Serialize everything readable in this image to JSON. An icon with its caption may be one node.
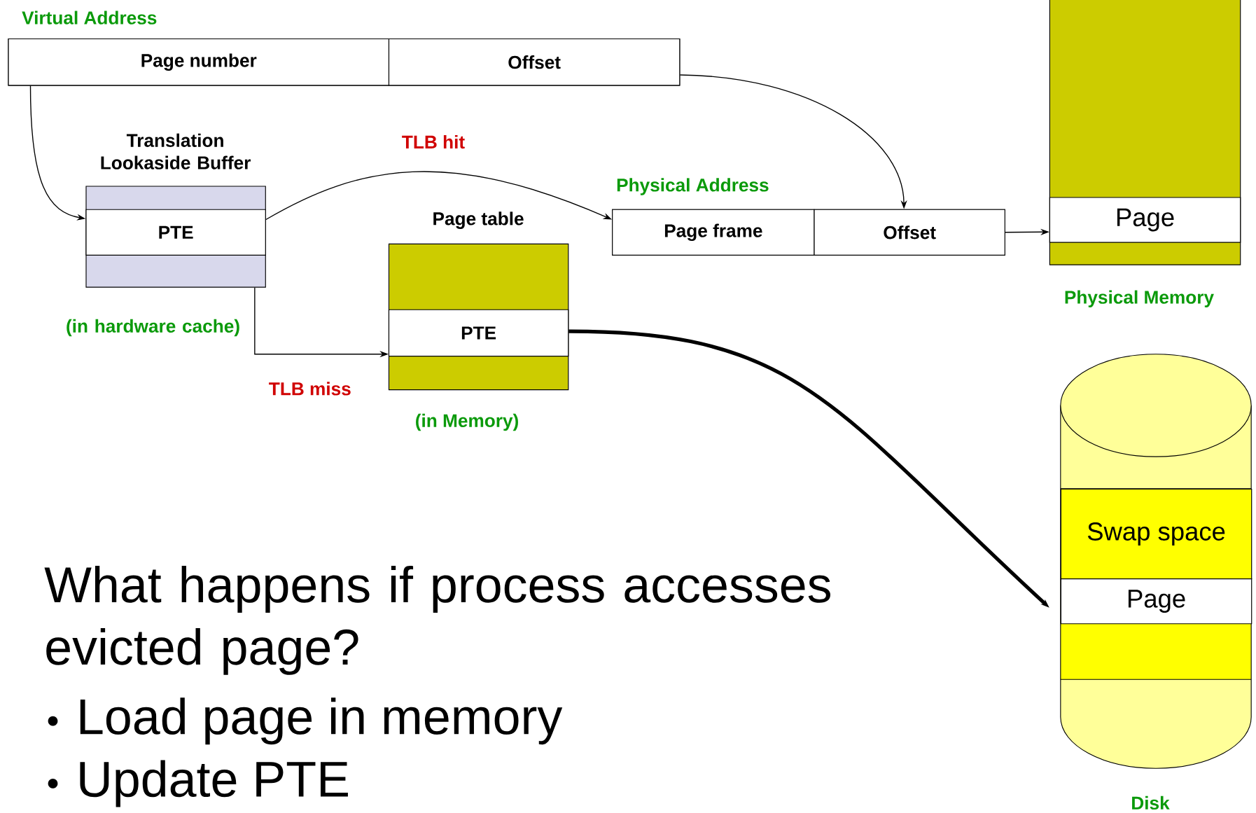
{
  "diagram": {
    "nodes": [
      {
        "text": [
          "Virtual Address"
        ]
      },
      {
        "text": [
          "Page number"
        ],
        "in": 0
      },
      {
        "text": [
          "Offset"
        ],
        "in": 0
      },
      {
        "text": [
          "Translation Lookaside Buffer"
        ],
        "beside": [
          "(in hardware cache)"
        ]
      },
      {
        "text": [
          "PTE"
        ],
        "in": 3
      },
      {
        "text": [
          "Page table"
        ],
        "beside": [
          "(in Memory)"
        ]
      },
      {
        "text": [
          "PTE"
        ],
        "in": 5
      },
      {
        "text": [
          "Physical Address"
        ]
      },
      {
        "text": [
          "Page frame"
        ],
        "in": 7
      },
      {
        "text": [
          "Offset"
        ],
        "in": 7
      },
      {
        "text": [
          "Physical Memory"
        ]
      },
      {
        "text": [
          "Page"
        ],
        "in": 10
      },
      {
        "text": [
          "Disk"
        ]
      },
      {
        "text": [
          "Swap space"
        ],
        "in": 12
      },
      {
        "text": [
          "Page"
        ],
        "in": 12
      }
    ],
    "edges": [
      {
        "from": 1,
        "to": 4,
        "arrow": "to"
      },
      {
        "from": 2,
        "to": 9,
        "arrow": "to"
      },
      {
        "from": 4,
        "to": 8,
        "arrow": "to",
        "label": "TLB hit"
      },
      {
        "from": 3,
        "to": 6,
        "arrow": "to",
        "label": "TLB miss"
      },
      {
        "from": 7,
        "to": 11,
        "arrow": "to"
      },
      {
        "from": 6,
        "to": 14,
        "arrow": "to",
        "style": "thick"
      }
    ],
    "labels": [
      "What happens if process accesses evicted page?",
      "Load page in memory",
      "Update PTE"
    ]
  }
}
